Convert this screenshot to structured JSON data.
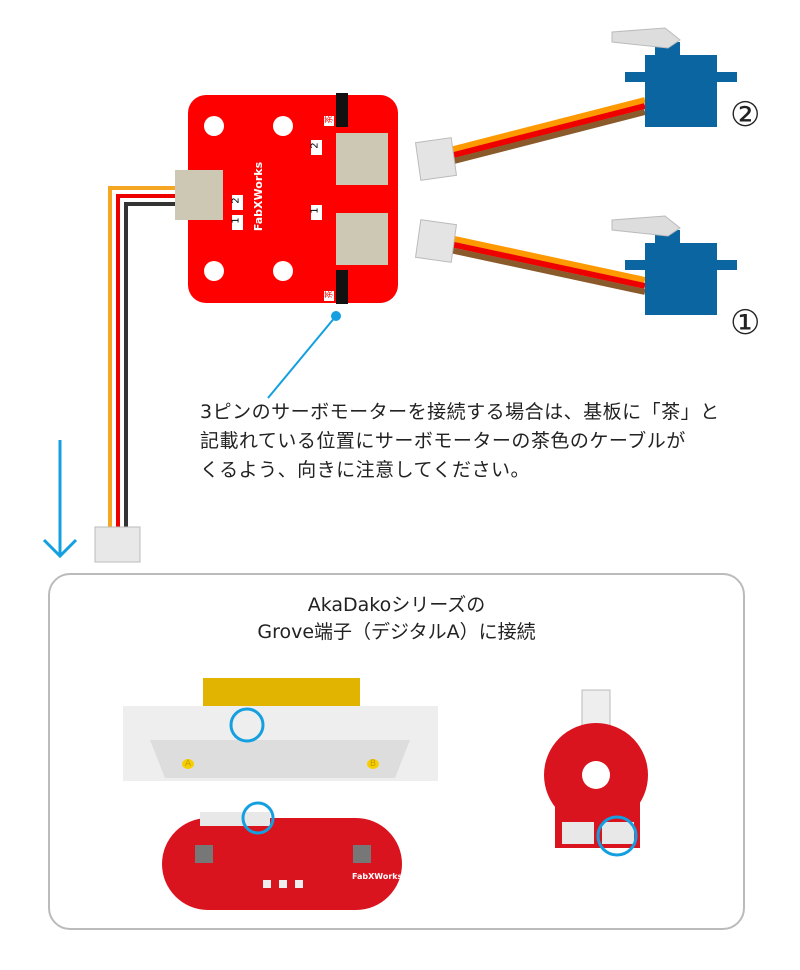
{
  "board": {
    "logo": "FabXWorks",
    "brown_label": "茶",
    "port1": "1",
    "port2": "2",
    "input_1": "1",
    "input_2": "2"
  },
  "servos": {
    "top_label": "②",
    "bottom_label": "①"
  },
  "note": {
    "lines": [
      "3ピンのサーボモーターを接続する場合は、基板に「茶」と",
      "記載れている位置にサーボモーターの茶色のケーブルが",
      "くるよう、向きに注意してください。"
    ]
  },
  "akadako": {
    "title_lines": [
      "AkaDakoシリーズの",
      "Grove端子（デジタルA）に接続"
    ],
    "button_a": "A",
    "button_b": "B",
    "logo": "FabXWorks"
  },
  "colors": {
    "board_red": "#ff0000",
    "akadako_red": "#d9141f",
    "servo_blue": "#0b65a0",
    "highlight": "#14a0e0",
    "connector": "#cdc8b4"
  }
}
